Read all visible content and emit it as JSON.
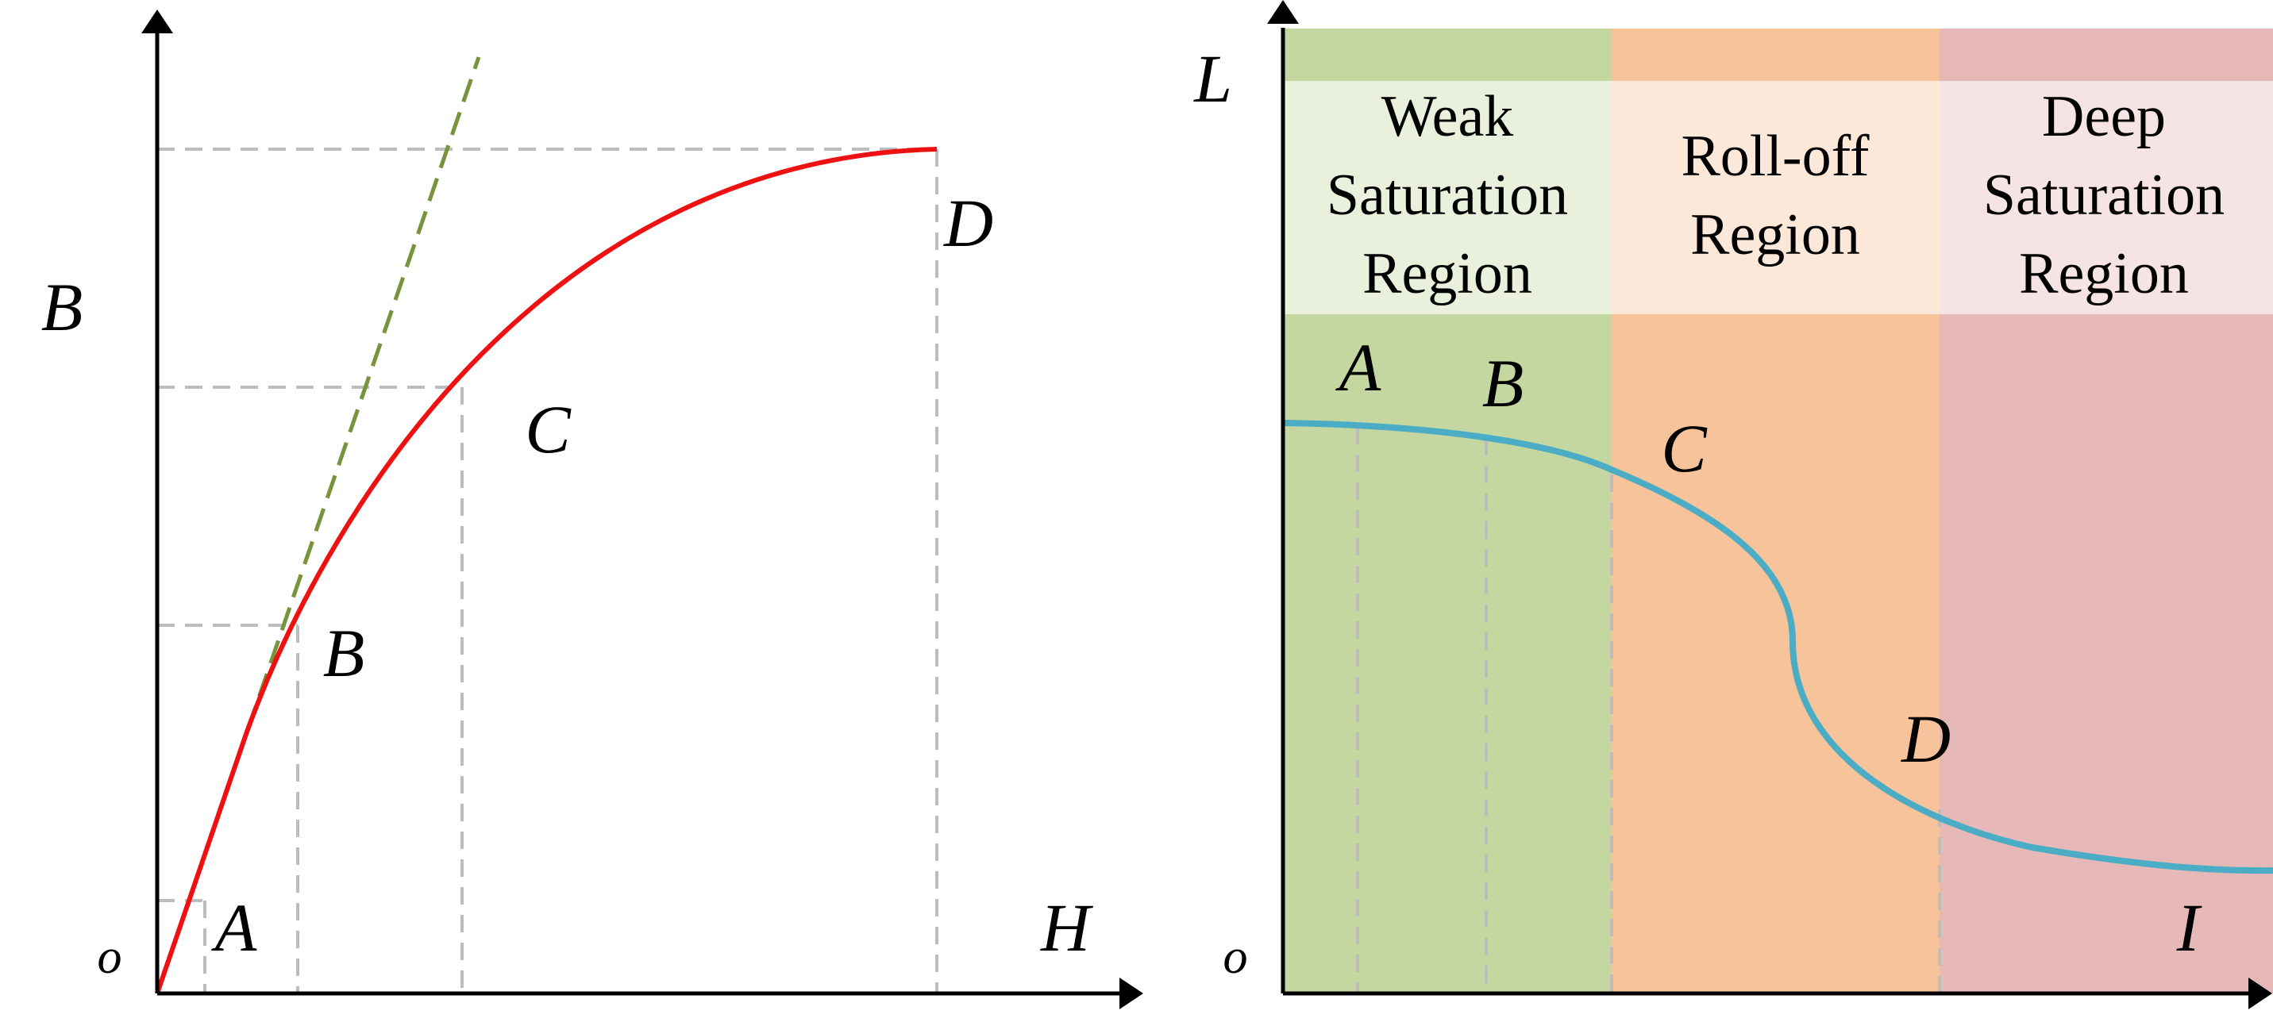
{
  "left_panel": {
    "y_label": "B",
    "x_label": "H",
    "origin_label": "o",
    "points": {
      "a": "A",
      "b": "B",
      "c": "C",
      "d": "D"
    }
  },
  "right_panel": {
    "y_label": "L",
    "x_label": "I",
    "origin_label": "o",
    "points": {
      "a": "A",
      "b": "B",
      "c": "C",
      "d": "D"
    },
    "regions": [
      {
        "lines": [
          "Weak",
          "Saturation",
          "Region"
        ],
        "color": "#c4d7a0"
      },
      {
        "lines": [
          "Roll-off",
          "Region"
        ],
        "color": "#f7c39b"
      },
      {
        "lines": [
          "Deep",
          "Saturation",
          "Region"
        ],
        "color": "#e6b8b7"
      }
    ]
  },
  "colors": {
    "bh_curve": "#ee1111",
    "tangent": "#77933c",
    "inductance_curve": "#4bacc6",
    "guides": "#bdbdbd"
  }
}
